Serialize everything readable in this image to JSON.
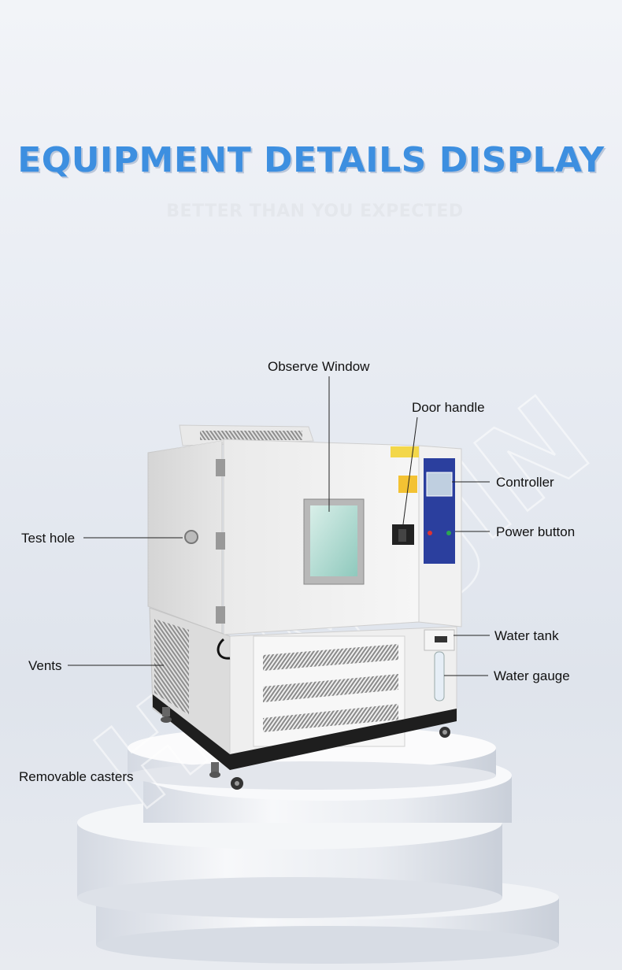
{
  "header": {
    "title": "EQUIPMENT DETAILS DISPLAY",
    "subtitle": "BETTER THAN YOU EXPECTED"
  },
  "watermark": "HONGJIN",
  "callouts": {
    "observe_window": "Observe Window",
    "door_handle": "Door handle",
    "controller": "Controller",
    "power_button": "Power button",
    "test_hole": "Test hole",
    "water_tank": "Water tank",
    "vents": "Vents",
    "water_gauge": "Water gauge",
    "removable_casters": "Removable casters"
  },
  "colors": {
    "title": "#3d8fe0",
    "control_panel": "#2b3f9e",
    "chamber_body": "#eeeeee",
    "base": "#1e1e1e"
  }
}
